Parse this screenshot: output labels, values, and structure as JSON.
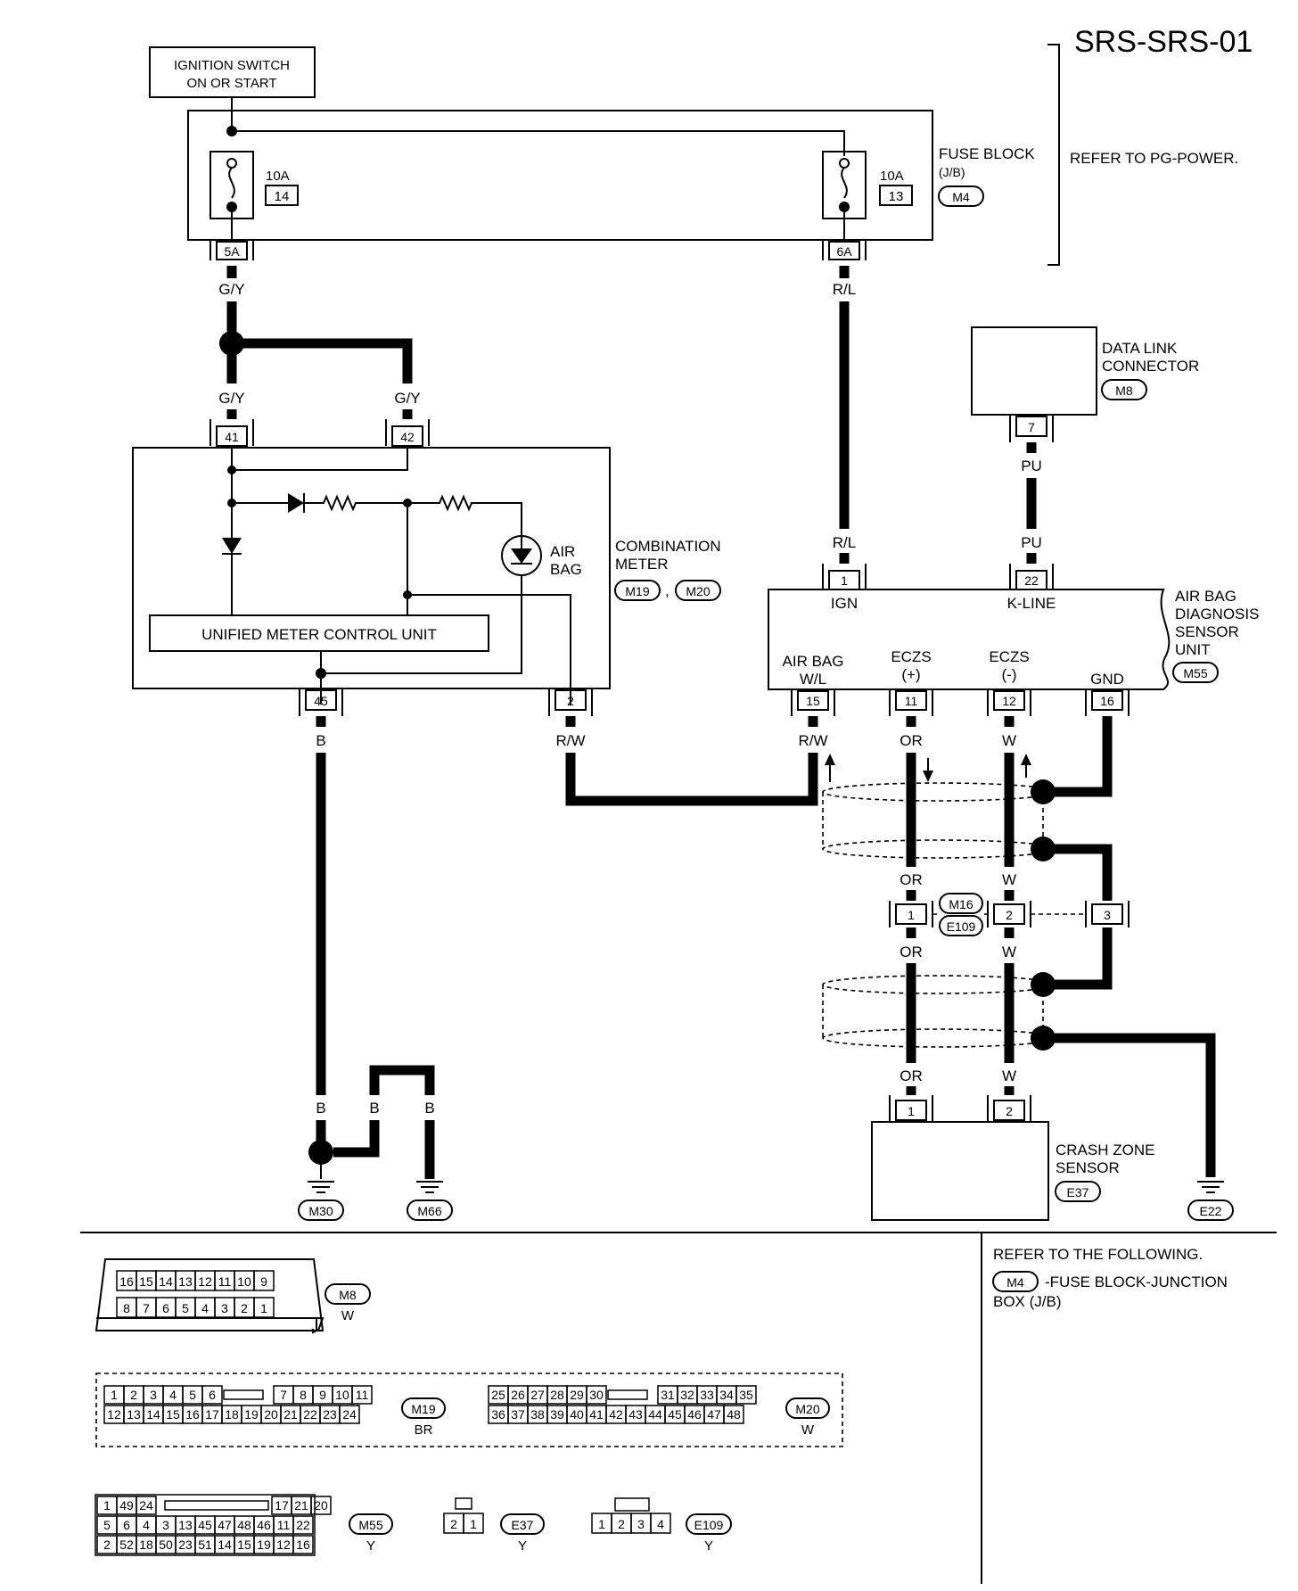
{
  "page_id": "SRS-SRS-01",
  "ignition_switch": {
    "line1": "IGNITION SWITCH",
    "line2": "ON OR START"
  },
  "fuse_block": {
    "label": "FUSE BLOCK",
    "sub": "(J/B)",
    "connector": "M4",
    "refer": "REFER TO PG-POWER.",
    "fuses": [
      {
        "amp": "10A",
        "num": "14",
        "terminal": "5A"
      },
      {
        "amp": "10A",
        "num": "13",
        "terminal": "6A"
      }
    ]
  },
  "wire_colors": {
    "gy": "G/Y",
    "rl": "R/L",
    "pu": "PU",
    "rw": "R/W",
    "b": "B",
    "or": "OR",
    "w": "W"
  },
  "data_link_connector": {
    "line1": "DATA LINK",
    "line2": "CONNECTOR",
    "connector": "M8",
    "terminal": "7"
  },
  "combination_meter": {
    "line1": "COMBINATION",
    "line2": "METER",
    "connectors": [
      "M19",
      "M20"
    ],
    "sep": ",",
    "unit_label": "UNIFIED METER CONTROL UNIT",
    "airbag_lamp": {
      "line1": "AIR",
      "line2": "BAG"
    },
    "terminals": {
      "t41": "41",
      "t42": "42",
      "t45": "45",
      "t2": "2"
    }
  },
  "airbag_unit": {
    "line1": "AIR BAG",
    "line2": "DIAGNOSIS",
    "line3": "SENSOR",
    "line4": "UNIT",
    "connector": "M55",
    "terminals": [
      {
        "num": "1",
        "label": "IGN"
      },
      {
        "num": "22",
        "label": "K-LINE"
      },
      {
        "num": "15",
        "label1": "AIR BAG",
        "label2": "W/L"
      },
      {
        "num": "11",
        "label1": "ECZS",
        "label2": "(+)"
      },
      {
        "num": "12",
        "label1": "ECZS",
        "label2": "(-)"
      },
      {
        "num": "16",
        "label": "GND"
      }
    ]
  },
  "inline_connector": {
    "top": "M16",
    "bottom": "E109",
    "terminals": [
      "1",
      "2",
      "3"
    ]
  },
  "crash_zone_sensor": {
    "line1": "CRASH ZONE",
    "line2": "SENSOR",
    "connector": "E37",
    "terminals": [
      "1",
      "2"
    ]
  },
  "grounds": [
    "M30",
    "M66",
    "E22"
  ],
  "refer_following": {
    "title": "REFER TO THE FOLLOWING.",
    "connector": "M4",
    "desc1": "-FUSE BLOCK-JUNCTION",
    "desc2": "BOX (J/B)"
  },
  "connector_views": {
    "m8": {
      "id": "M8",
      "color": "W",
      "top": [
        "16",
        "15",
        "14",
        "13",
        "12",
        "11",
        "10",
        "9"
      ],
      "bottom": [
        "8",
        "7",
        "6",
        "5",
        "4",
        "3",
        "2",
        "1"
      ]
    },
    "m19": {
      "id": "M19",
      "color": "BR",
      "top_left": [
        "1",
        "2",
        "3",
        "4",
        "5",
        "6"
      ],
      "top_right": [
        "7",
        "8",
        "9",
        "10",
        "11"
      ],
      "bottom": [
        "12",
        "13",
        "14",
        "15",
        "16",
        "17",
        "18",
        "19",
        "20",
        "21",
        "22",
        "23",
        "24"
      ]
    },
    "m20": {
      "id": "M20",
      "color": "W",
      "top_left": [
        "25",
        "26",
        "27",
        "28",
        "29",
        "30"
      ],
      "top_right": [
        "31",
        "32",
        "33",
        "34",
        "35"
      ],
      "bottom": [
        "36",
        "37",
        "38",
        "39",
        "40",
        "41",
        "42",
        "43",
        "44",
        "45",
        "46",
        "47",
        "48"
      ]
    },
    "m55": {
      "id": "M55",
      "color": "Y",
      "row1_left": [
        "1",
        "49",
        "24"
      ],
      "row1_right": [
        "17",
        "21",
        "20"
      ],
      "row2": [
        "5",
        "6",
        "4",
        "3",
        "13",
        "45",
        "47",
        "48",
        "46",
        "11",
        "22"
      ],
      "row3": [
        "2",
        "52",
        "18",
        "50",
        "23",
        "51",
        "14",
        "15",
        "19",
        "12",
        "16"
      ]
    },
    "e37": {
      "id": "E37",
      "color": "Y",
      "pins": [
        "2",
        "1"
      ]
    },
    "e109": {
      "id": "E109",
      "color": "Y",
      "pins": [
        "1",
        "2",
        "3",
        "4"
      ]
    }
  }
}
